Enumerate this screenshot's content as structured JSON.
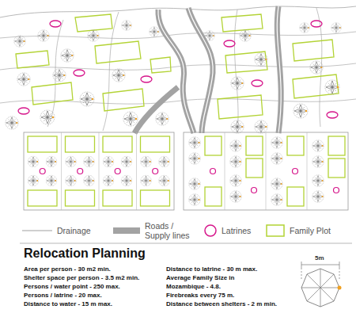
{
  "diagram": {
    "title": "Relocation Planning",
    "labels": [
      "Area per person - 30 m2 min.",
      "Shelter space per person - 3.5 m2 min.",
      "Persons / water point - 250 max.",
      "Persons / latrine - 20 max.",
      "Distance to water - 15 m max.",
      "Distance to latrine - 30 m max.",
      "Average Family Size in Mozambique - 4.8.",
      "Firebreaks every 75 m.",
      "Distance between shelters - 2 m min.",
      "5m"
    ],
    "legend": [
      {
        "text": "Drainage"
      },
      {
        "text": "Roads / Supply lines",
        "color": "#a3a3a3"
      },
      {
        "text": "Latrines"
      },
      {
        "text": "Family Plot"
      }
    ]
  }
}
